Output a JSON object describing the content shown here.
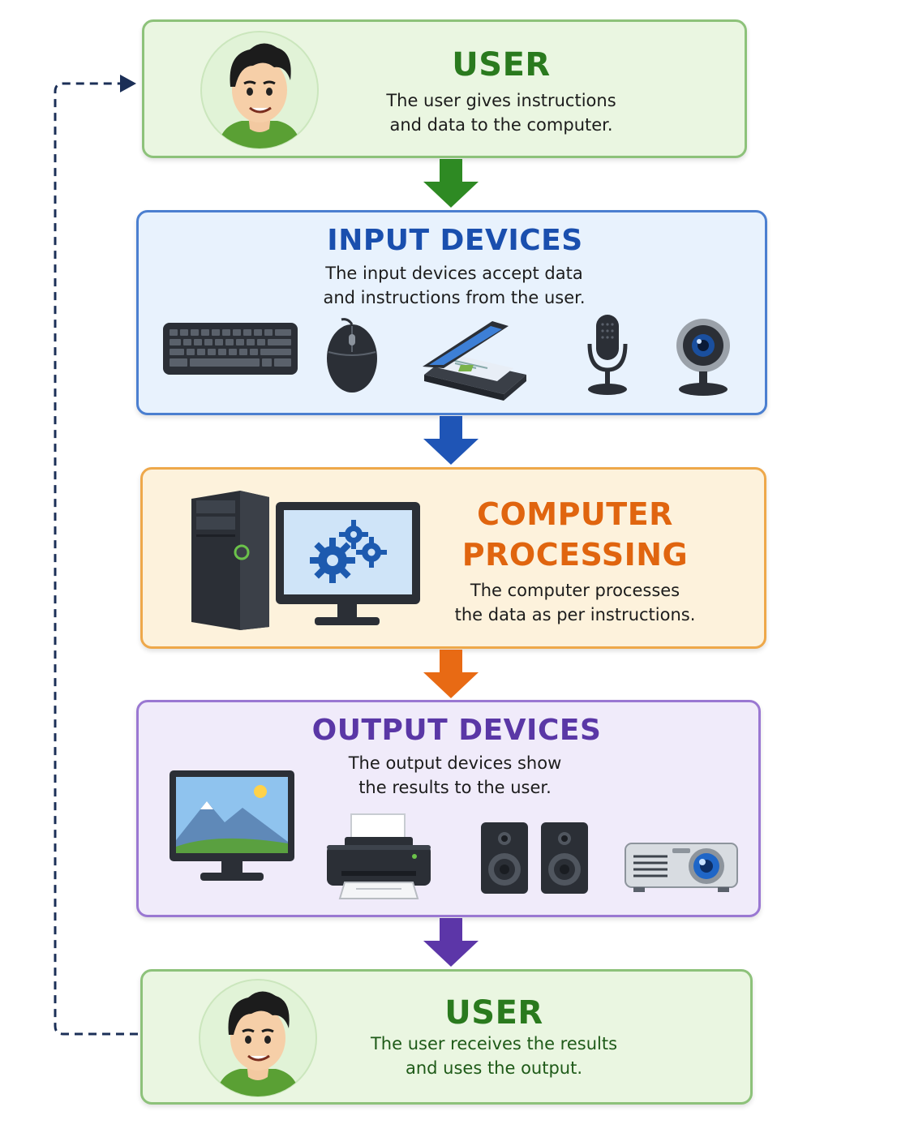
{
  "steps": [
    {
      "title": "USER",
      "description": [
        "The user gives instructions",
        "and data to the computer."
      ],
      "color": "#2a7a1e"
    },
    {
      "title": "INPUT DEVICES",
      "description": [
        "The input devices accept data",
        "and instructions from the user."
      ],
      "icons": [
        "keyboard-icon",
        "mouse-icon",
        "scanner-icon",
        "microphone-icon",
        "webcam-icon"
      ],
      "color": "#1a4fae"
    },
    {
      "title_lines": [
        "COMPUTER",
        "PROCESSING"
      ],
      "description": [
        "The computer processes",
        "the data as per instructions."
      ],
      "icons": [
        "cpu-tower-icon",
        "monitor-gears-icon"
      ],
      "color": "#e0650f"
    },
    {
      "title": "OUTPUT DEVICES",
      "description": [
        "The output devices show",
        "the results to the user."
      ],
      "icons": [
        "monitor-landscape-icon",
        "printer-icon",
        "speakers-icon",
        "projector-icon"
      ],
      "color": "#5a37a6"
    },
    {
      "title": "USER",
      "description": [
        "The user receives the results",
        "and uses the output."
      ],
      "color": "#2a7a1e"
    }
  ],
  "feedback_arrow": {
    "style": "dashed",
    "color": "#1b2f57"
  }
}
